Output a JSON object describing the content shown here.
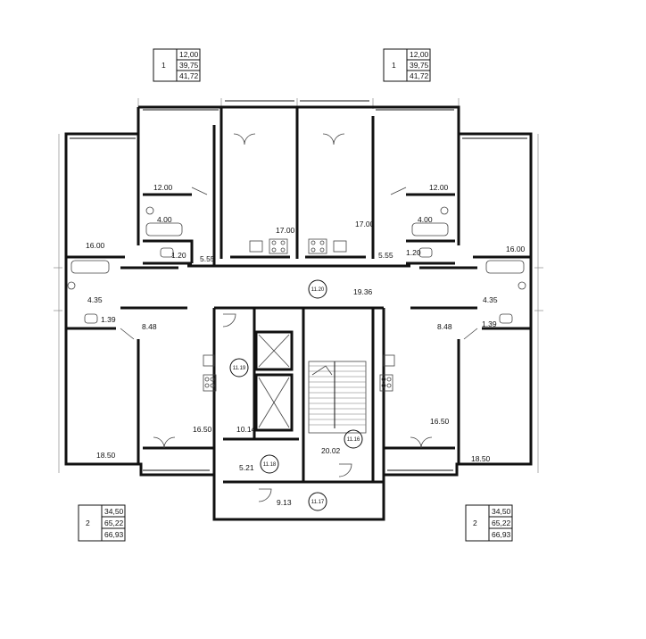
{
  "legend_tables": [
    {
      "apt": "1",
      "values": [
        "12,00",
        "39,75",
        "41,72"
      ]
    },
    {
      "apt": "1",
      "values": [
        "12,00",
        "39,75",
        "41,72"
      ]
    },
    {
      "apt": "2",
      "values": [
        "34,50",
        "65,22",
        "66,93"
      ]
    },
    {
      "apt": "2",
      "values": [
        "34,50",
        "65,22",
        "66,93"
      ]
    }
  ],
  "area_labels": [
    "12.00",
    "4.00",
    "16.00",
    "1.20",
    "5.55",
    "17.00",
    "17.00",
    "5.55",
    "1.20",
    "4.00",
    "12.00",
    "16.00",
    "4.35",
    "1.39",
    "8.48",
    "19.36",
    "8.48",
    "4.35",
    "1.39",
    "16.50",
    "10.14",
    "20.02",
    "16.50",
    "18.50",
    "18.50",
    "5.21",
    "9.13"
  ],
  "circle_labels": [
    "11.20",
    "11.19",
    "11.16",
    "11.18",
    "11.17"
  ]
}
